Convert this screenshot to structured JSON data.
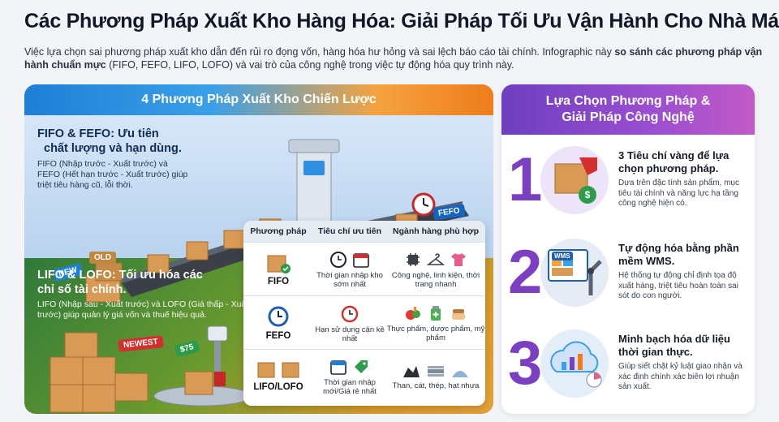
{
  "header": {
    "title": "Các Phương Pháp Xuất Kho Hàng Hóa: Giải Pháp Tối Ưu Vận Hành Cho Nhà Máy",
    "intro_part1": "Việc lựa chọn sai phương pháp xuất kho dẫn đến rủi ro đọng vốn, hàng hóa hư hỏng và sai lệch báo cáo tài chính. Infographic này ",
    "intro_bold": "so sánh các phương pháp vận hành chuẩn mực",
    "intro_part2": " (FIFO, FEFO, LIFO, LOFO) và vai trò của công nghệ trong việc tự động hóa quy trình này."
  },
  "left_panel": {
    "header": "4 Phương Pháp Xuất Kho Chiến Lược",
    "fifo_title_line1": "FIFO & FEFO: Ưu tiên",
    "fifo_title_line2": "chất lượng và hạn dùng.",
    "fifo_desc": "FIFO (Nhập trước - Xuất trước) và FEFO (Hết hạn trước - Xuất trước) giúp triệt tiêu hàng cũ, lỗi thời.",
    "lifo_title_line1": "LIFO & LOFO: Tối ưu hóa các",
    "lifo_title_line2": "chỉ số tài chính.",
    "lifo_desc": "LIFO (Nhập sau - Xuất trước) và LOFO (Giá thấp - Xuất trước) giúp quản lý giá vốn và thuế hiệu quả.",
    "tags": {
      "new": "NEW",
      "old": "OLD",
      "fefo": "FEFO",
      "newest": "NEWEST",
      "price": "$75"
    }
  },
  "table": {
    "headers": [
      "Phương pháp",
      "Tiêu chí ưu tiên",
      "Ngành hàng phù hợp"
    ],
    "rows": [
      {
        "method": "FIFO",
        "criteria": "Thời gian nhập kho sớm nhất",
        "industry": "Công nghệ, linh kiện, thời trang nhanh"
      },
      {
        "method": "FEFO",
        "criteria": "Hạn sử dụng cận kề nhất",
        "industry": "Thực phẩm, dược phẩm, mỹ phẩm"
      },
      {
        "method": "LIFO/LOFO",
        "criteria": "Thời gian nhập mới/Giá rẻ nhất",
        "industry": "Than, cát, thép, hạt nhựa"
      }
    ]
  },
  "right_panel": {
    "header_line1": "Lựa Chọn Phương Pháp &",
    "header_line2": "Giải Pháp Công Nghệ",
    "steps": [
      {
        "num": "1",
        "title": "3 Tiêu chí vàng để lựa chọn phương pháp.",
        "desc": "Dựa trên đặc tính sản phẩm, mục tiêu tài chính và năng lực hạ tầng công nghệ hiện có."
      },
      {
        "num": "2",
        "title": "Tự động hóa bằng phần mềm WMS.",
        "desc": "Hệ thống tự động chỉ định tọa độ xuất hàng, triệt tiêu hoàn toàn sai sót do con người.",
        "screen_label": "WMS"
      },
      {
        "num": "3",
        "title": "Minh bạch hóa dữ liệu thời gian thực.",
        "desc": "Giúp siết chặt kỷ luật giao nhận và xác định chính xác biên lợi nhuận sản xuất."
      }
    ]
  },
  "colors": {
    "blue": "#1e7fd6",
    "orange": "#f07c1b",
    "purple": "#7b3fc2",
    "green": "#2f7a3a",
    "box": "#d99a55"
  }
}
